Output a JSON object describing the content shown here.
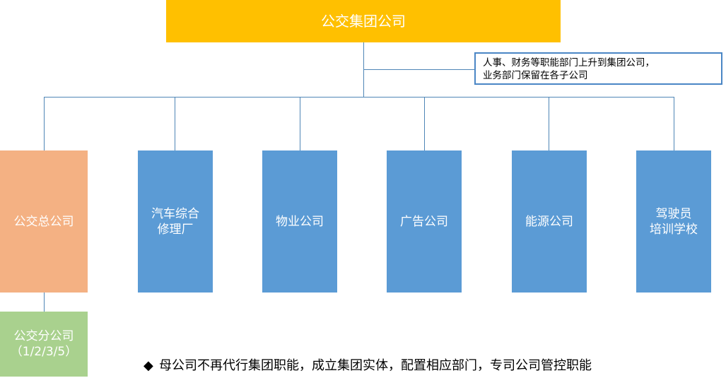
{
  "root": {
    "label": "公交集团公司",
    "color": "#ffc000"
  },
  "note": {
    "text": "人事、财务等职能部门上升到集团公司，\n业务部门保留在各子公司"
  },
  "children": [
    {
      "label": "公交总公司",
      "color": "#f4b183"
    },
    {
      "label": "汽车综合\n修理厂",
      "color": "#5b9bd5"
    },
    {
      "label": "物业公司",
      "color": "#5b9bd5"
    },
    {
      "label": "广告公司",
      "color": "#5b9bd5"
    },
    {
      "label": "能源公司",
      "color": "#5b9bd5"
    },
    {
      "label": "驾驶员\n培训学校",
      "color": "#5b9bd5"
    }
  ],
  "sub": {
    "label": "公交分公司\n（1/2/3/5）",
    "color": "#a9d18e"
  },
  "footer": {
    "bullet": "◆",
    "text": "母公司不再代行集团职能，成立集团实体，配置相应部门，专司公司管控职能"
  }
}
